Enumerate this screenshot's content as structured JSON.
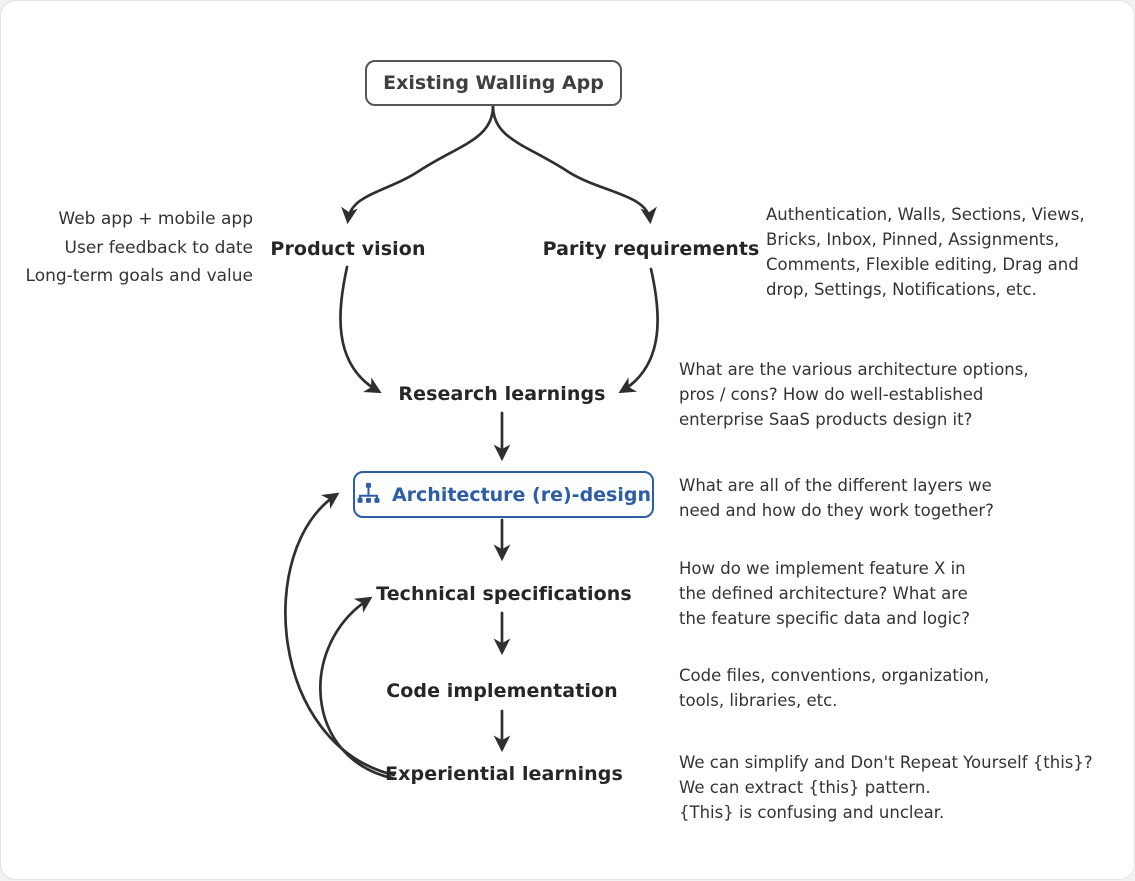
{
  "diagram": {
    "type": "flowchart",
    "colors": {
      "accent_blue": "#2e5da8",
      "arrow": "#2f2f2f",
      "node_text": "#262626",
      "note_text": "#333333",
      "root_border": "#565656",
      "card_bg": "#ffffff",
      "page_bg": "#f2f2f4"
    },
    "nodes": {
      "root": {
        "label": "Existing Walling App"
      },
      "product_vision": {
        "label": "Product vision"
      },
      "parity_requirements": {
        "label": "Parity requirements"
      },
      "research_learnings": {
        "label": "Research learnings"
      },
      "architecture_redesign": {
        "label": "Architecture (re)-design",
        "icon": "sitemap-icon"
      },
      "technical_specifications": {
        "label": "Technical specifications"
      },
      "code_implementation": {
        "label": "Code implementation"
      },
      "experiential_learnings": {
        "label": "Experiential learnings"
      }
    },
    "notes": {
      "product_vision": "Web app + mobile app\nUser feedback to date\nLong-term goals and value",
      "parity_requirements": "Authentication, Walls, Sections, Views,\nBricks, Inbox, Pinned, Assignments,\nComments, Flexible editing, Drag and\ndrop, Settings, Notifications, etc.",
      "research_learnings": "What are the various architecture options,\npros / cons? How do well-established\nenterprise SaaS products design it?",
      "architecture_redesign": "What are all of the different layers we\nneed and how do they work together?",
      "technical_specifications": "How do we implement feature X in\nthe defined architecture? What are\nthe feature specific data and logic?",
      "code_implementation": "Code files, conventions, organization,\ntools, libraries, etc.",
      "experiential_learnings": "We can simplify and Don't Repeat Yourself {this}?\nWe can extract {this} pattern.\n{This} is confusing and unclear."
    },
    "edges": [
      {
        "from": "root",
        "to": "product_vision"
      },
      {
        "from": "root",
        "to": "parity_requirements"
      },
      {
        "from": "product_vision",
        "to": "research_learnings"
      },
      {
        "from": "parity_requirements",
        "to": "research_learnings"
      },
      {
        "from": "research_learnings",
        "to": "architecture_redesign"
      },
      {
        "from": "architecture_redesign",
        "to": "technical_specifications"
      },
      {
        "from": "technical_specifications",
        "to": "code_implementation"
      },
      {
        "from": "code_implementation",
        "to": "experiential_learnings"
      },
      {
        "from": "experiential_learnings",
        "to": "architecture_redesign"
      },
      {
        "from": "experiential_learnings",
        "to": "technical_specifications"
      }
    ]
  }
}
